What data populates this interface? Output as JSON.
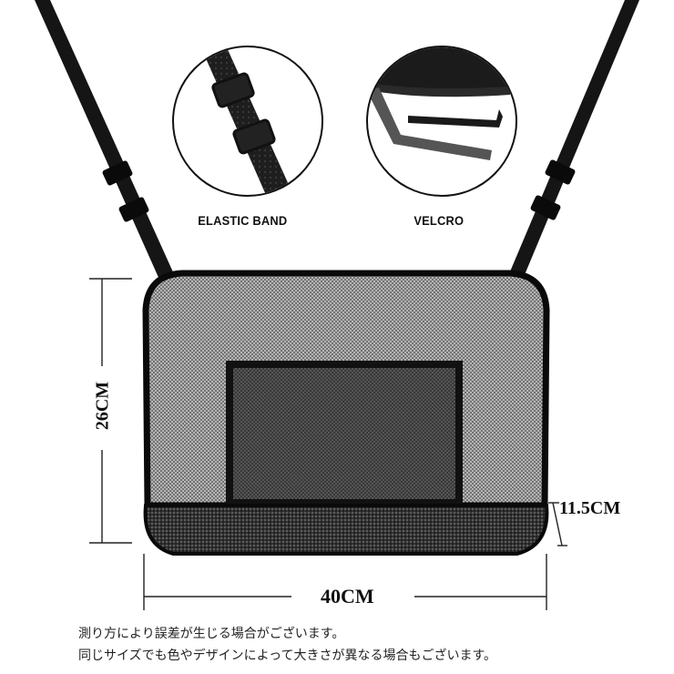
{
  "features": [
    {
      "label": "ELASTIC BAND",
      "icon": "elastic-band-strap-icon"
    },
    {
      "label": "VELCRO",
      "icon": "velcro-strap-icon"
    }
  ],
  "dimensions": {
    "height": "26CM",
    "width": "40CM",
    "depth": "11.5CM"
  },
  "notes": [
    "測り方により誤差が生じる場合がございます。",
    "同じサイズでも色やデザインによって大きさが異なる場合もございます。"
  ],
  "colors": {
    "strap": "#1a1a1a",
    "mesh": "#8a8a8a",
    "pocket": "#5a5a5a",
    "text": "#111111"
  }
}
